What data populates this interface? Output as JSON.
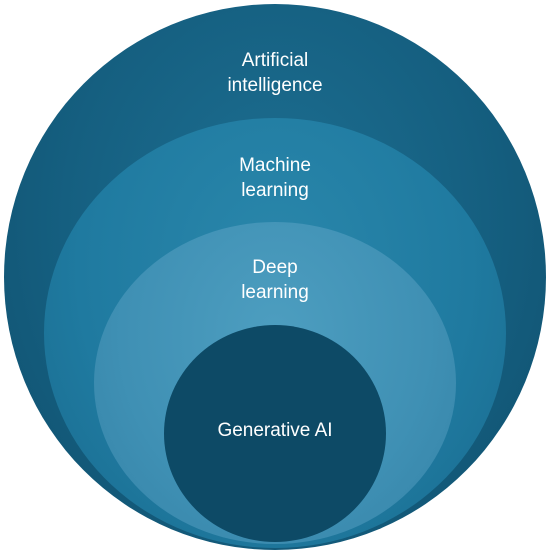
{
  "diagram": {
    "circles": [
      {
        "id": "ai",
        "lines": [
          "Artificial",
          "intelligence"
        ],
        "color": "#155f80"
      },
      {
        "id": "ml",
        "lines": [
          "Machine",
          "learning"
        ],
        "color": "#1f7aa0"
      },
      {
        "id": "dl",
        "lines": [
          "Deep",
          "learning"
        ],
        "color": "#3f90b4"
      },
      {
        "id": "gen",
        "lines": [
          "Generative AI"
        ],
        "color": "#0d4a66"
      }
    ]
  }
}
